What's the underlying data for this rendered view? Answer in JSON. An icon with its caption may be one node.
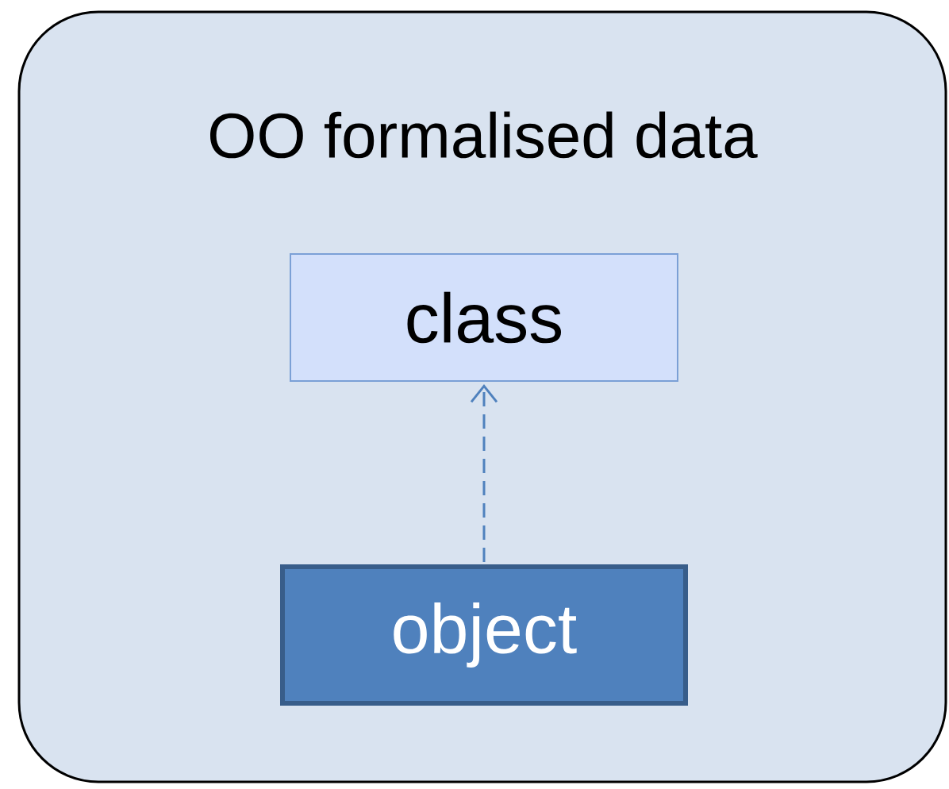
{
  "diagram": {
    "nodes": [
      {
        "text": [
          "OO formalised data"
        ]
      },
      {
        "text": [
          "class"
        ],
        "in": 0
      },
      {
        "text": [
          "object"
        ],
        "in": 0
      }
    ],
    "edges": [
      {
        "from": 2,
        "to": 1,
        "arrow": "to",
        "style": "dashed"
      }
    ]
  }
}
